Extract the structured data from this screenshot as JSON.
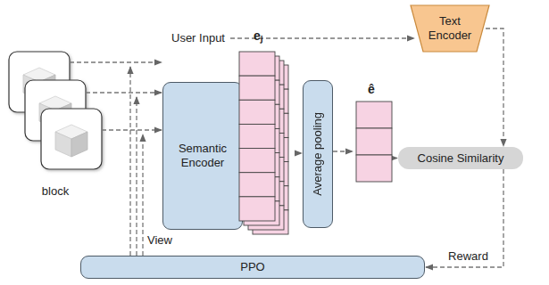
{
  "diagram": {
    "nodes": [
      {
        "text": [
          "Text Encoder"
        ]
      },
      {
        "text": [
          "Semantic Encoder"
        ]
      },
      {
        "text": [
          "eⱼ"
        ]
      },
      {
        "text": [
          "Average pooling"
        ]
      },
      {
        "text": [
          "ê"
        ]
      },
      {
        "text": [
          "Cosine Similarity"
        ]
      },
      {
        "text": [
          "PPO"
        ]
      }
    ],
    "edges": [
      {
        "from": 1,
        "to": 2,
        "arrow": "to"
      },
      {
        "from": 2,
        "to": 3,
        "arrow": "to"
      },
      {
        "from": 3,
        "to": 4,
        "arrow": "to"
      },
      {
        "from": 4,
        "to": 5,
        "arrow": "to"
      },
      {
        "from": 0,
        "to": 5,
        "arrow": "to"
      },
      {
        "from": 5,
        "to": 6,
        "label": "Reward",
        "arrow": "to"
      }
    ],
    "labels": [
      "User Input",
      "block",
      "View"
    ]
  }
}
